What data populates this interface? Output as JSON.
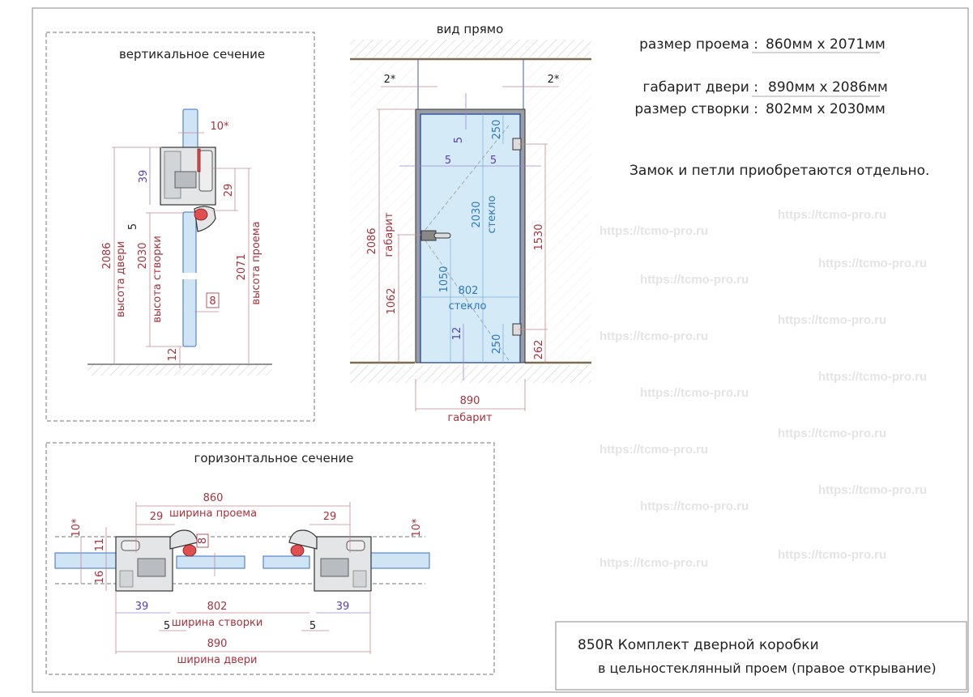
{
  "watermark": "https://tcmo-pro.ru",
  "vertical_section": {
    "title": "вертикальное сечение",
    "gap": "10*",
    "profile_height": "39",
    "profile_offset": "29",
    "leaf_gap": "5",
    "door_height": "2086",
    "door_height_label": "высота двери",
    "leaf_height": "2030",
    "leaf_height_label": "высота створки",
    "opening_height": "2071",
    "opening_height_label": "высота проема",
    "glass_thickness": "8",
    "bottom_gap": "12"
  },
  "front_view": {
    "title": "вид прямо",
    "gap_left": "2*",
    "gap_right": "2*",
    "overall_height": "2086",
    "overall_height_label": "габарит",
    "handle_height": "1062",
    "glass_handle_height": "1050",
    "glass_width": "802",
    "glass_width_label": "стекло",
    "glass_height": "2030",
    "glass_height_label": "стекло",
    "hinge_spacing": "1530",
    "hinge_bottom": "262",
    "hinge_top_offset": "250",
    "hinge_bottom_offset": "250",
    "gap_top": "5",
    "gap_side_left": "5",
    "gap_side_right": "5",
    "gap_bottom": "12",
    "overall_width": "890",
    "overall_width_label": "габарит"
  },
  "horizontal_section": {
    "title": "горизонтальное сечение",
    "opening_width": "860",
    "opening_width_label": "ширина проема",
    "left_offset": "29",
    "right_offset": "29",
    "gap_left": "10*",
    "gap_right": "10*",
    "upper_part": "11",
    "lower_part": "16",
    "glass_thickness": "8",
    "left_profile": "39",
    "right_profile": "39",
    "leaf_width": "802",
    "leaf_width_label": "ширина створки",
    "leaf_gap_left": "5",
    "leaf_gap_right": "5",
    "door_width": "890",
    "door_width_label": "ширина двери"
  },
  "specs": [
    {
      "label": "размер проема :",
      "value": "860мм x 2071мм"
    },
    {
      "label": "габарит двери :",
      "value": "890мм x 2086мм"
    },
    {
      "label": "размер створки :",
      "value": "802мм x 2030мм"
    }
  ],
  "note": "Замок и петли приобретаются отдельно.",
  "title_block": {
    "line1": "850R Комплект дверной коробки",
    "line2": "в цельностеклянный проем (правое открывание)"
  }
}
